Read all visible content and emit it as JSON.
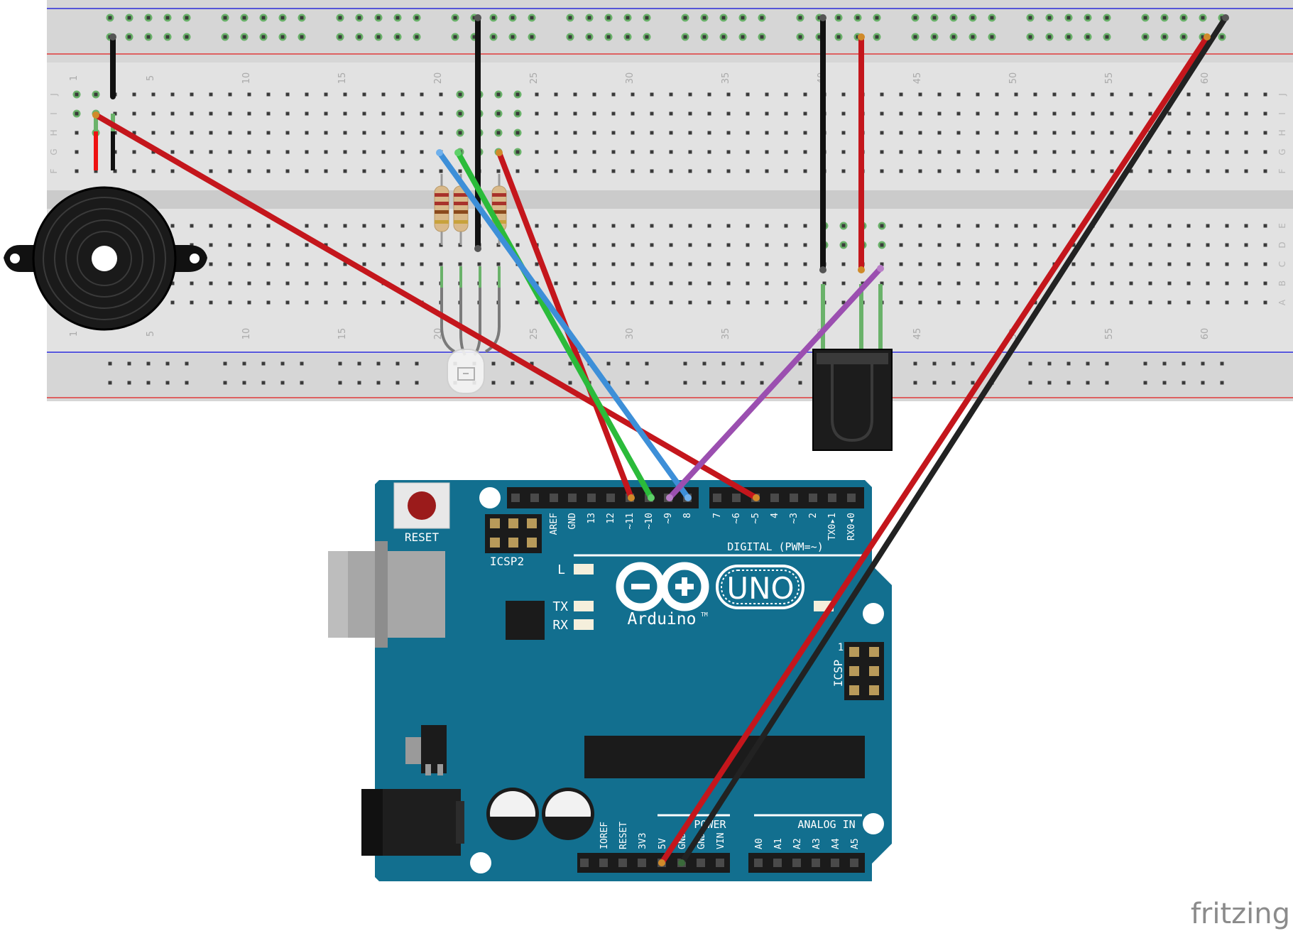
{
  "breadboard": {
    "column_numbers": [
      "1",
      "5",
      "10",
      "15",
      "20",
      "25",
      "30",
      "35",
      "40",
      "45",
      "50",
      "55",
      "60"
    ],
    "row_letters_top": [
      "J",
      "I",
      "H",
      "G",
      "F"
    ],
    "row_letters_bottom": [
      "E",
      "D",
      "C",
      "B",
      "A"
    ]
  },
  "arduino": {
    "reset_label": "RESET",
    "icsp2_label": "ICSP2",
    "icsp_label": "ICSP",
    "digital_label": "DIGITAL (PWM=~)",
    "digital_pins_left": [
      "AREF",
      "GND",
      "13",
      "12",
      "~11",
      "~10",
      "~9",
      "8"
    ],
    "digital_pins_right": [
      "7",
      "~6",
      "~5",
      "4",
      "~3",
      "2",
      "TX0▸1",
      "RX0◂0"
    ],
    "led_l": "L",
    "led_tx": "TX",
    "led_rx": "RX",
    "logo_text": "UNO",
    "brand_text": "Arduino",
    "tm": "TM",
    "power_label": "POWER",
    "power_pins": [
      "IOREF",
      "RESET",
      "3V3",
      "5V",
      "GND",
      "GND",
      "VIN"
    ],
    "analog_label": "ANALOG IN",
    "analog_pins": [
      "A0",
      "A1",
      "A2",
      "A3",
      "A4",
      "A5"
    ],
    "icsp_pin1": "1"
  },
  "watermark": "fritzing",
  "colors": {
    "board": "#126f8f",
    "wire_red": "#c4161c",
    "wire_black": "#222222",
    "wire_green": "#2bbb3a",
    "wire_blue": "#3d8fd8",
    "wire_purple": "#9b4fb0"
  }
}
